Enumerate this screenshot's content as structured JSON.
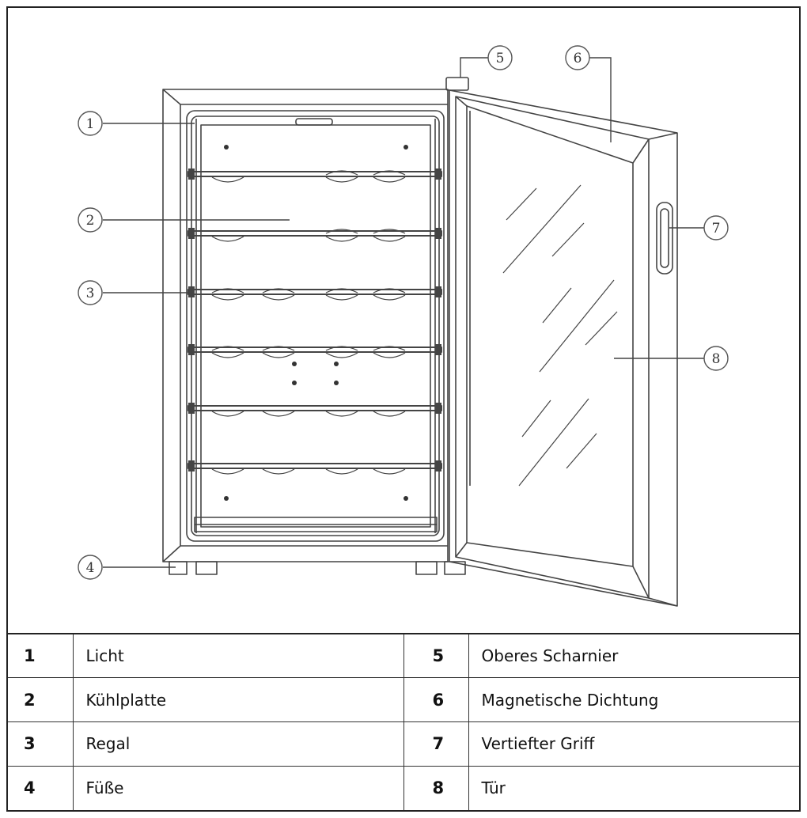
{
  "callouts": [
    {
      "number": "1",
      "label": "Licht"
    },
    {
      "number": "2",
      "label": "Kühlplatte"
    },
    {
      "number": "3",
      "label": "Regal"
    },
    {
      "number": "4",
      "label": "Füße"
    },
    {
      "number": "5",
      "label": "Oberes Scharnier"
    },
    {
      "number": "6",
      "label": "Magnetische Dichtung"
    },
    {
      "number": "7",
      "label": "Vertiefter Griff"
    },
    {
      "number": "8",
      "label": "Tür"
    }
  ],
  "colors": {
    "line": "#333333",
    "border": "#222222",
    "background": "#ffffff"
  }
}
